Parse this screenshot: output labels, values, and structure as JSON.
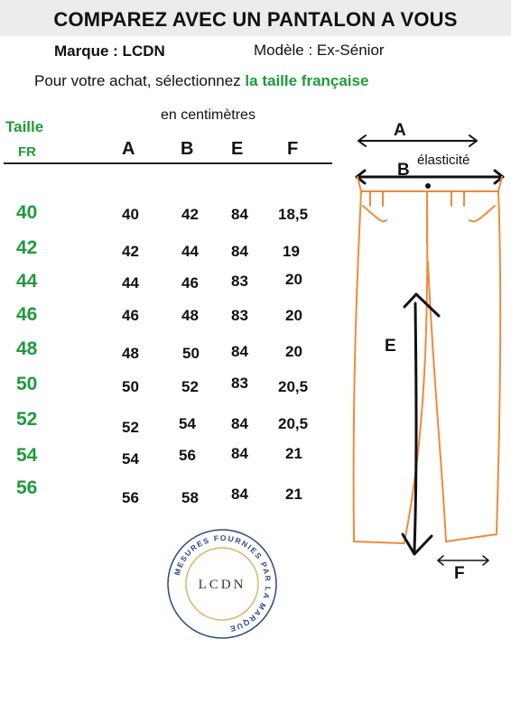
{
  "header": {
    "title": "COMPAREZ AVEC UN PANTALON A VOUS",
    "brand": "Marque : LCDN",
    "model": "Modèle :  Ex-Sénior",
    "instruction_prefix": "Pour votre achat, sélectionnez ",
    "instruction_highlight": "la taille française"
  },
  "table": {
    "unit_label": "en centimètres",
    "size_header_line1": "Taille",
    "size_header_line2": "FR",
    "columns": [
      "A",
      "B",
      "E",
      "F"
    ],
    "rows": [
      {
        "size": "40",
        "A": "40",
        "B": "42",
        "E": "84",
        "F": "18,5"
      },
      {
        "size": "42",
        "A": "42",
        "B": "44",
        "E": "84",
        "F": "19"
      },
      {
        "size": "44",
        "A": "44",
        "B": "46",
        "E": "83",
        "F": "20"
      },
      {
        "size": "46",
        "A": "46",
        "B": "48",
        "E": "83",
        "F": "20"
      },
      {
        "size": "48",
        "A": "48",
        "B": "50",
        "E": "84",
        "F": "20"
      },
      {
        "size": "50",
        "A": "50",
        "B": "52",
        "E": "83",
        "F": "20,5"
      },
      {
        "size": "52",
        "A": "52",
        "B": "54",
        "E": "84",
        "F": "20,5"
      },
      {
        "size": "54",
        "A": "54",
        "B": "56",
        "E": "84",
        "F": "21"
      },
      {
        "size": "56",
        "A": "56",
        "B": "58",
        "E": "84",
        "F": "21"
      }
    ]
  },
  "diagram": {
    "label_a": "A",
    "label_b": "B",
    "label_e": "E",
    "label_f": "F",
    "elasticity": "élasticité",
    "pants_color": "#ef8a3c"
  },
  "seal": {
    "center_text": "LCDN",
    "ring_text": "MESURES FOURNIES PAR LA MARQUE",
    "ring_color": "#2b4a8a",
    "inner_ring_color": "#d9b46a"
  },
  "colors": {
    "accent_green": "#1f9a3c",
    "banner_gray": "#ececec"
  }
}
